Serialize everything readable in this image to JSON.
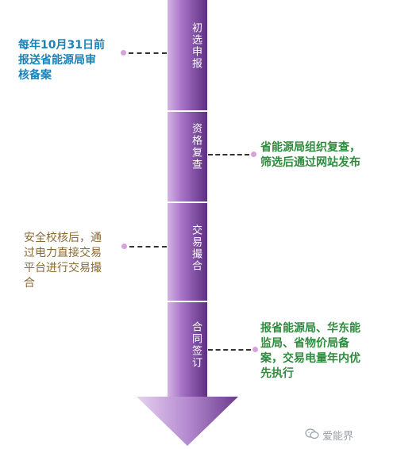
{
  "colors": {
    "arrow_light": "#c9a4dd",
    "arrow_dark": "#6a3b8c",
    "blue_note": "#1a83b8",
    "green_note": "#2e8b3d",
    "brown_note": "#8a6a33",
    "dot": "#d6a2dc"
  },
  "stages": [
    {
      "label": "初选申报"
    },
    {
      "label": "资格复查"
    },
    {
      "label": "交易撮合"
    },
    {
      "label": "合同签订"
    }
  ],
  "notes": [
    {
      "lines": [
        "每年10月31日前",
        "报送省能源局审",
        "核备案"
      ]
    },
    {
      "lines": [
        "省能源局组织复查，",
        "筛选后通过网站发布"
      ]
    },
    {
      "lines": [
        "安全校核后，通",
        "过电力直接交易",
        "平台进行交易撮",
        "合"
      ]
    },
    {
      "lines": [
        "报省能源局、华东能",
        "监局、省物价局备",
        "案，交易电量年内优",
        "先执行"
      ]
    }
  ],
  "watermark": {
    "text": "爱能界",
    "icon": "wechat-icon"
  }
}
